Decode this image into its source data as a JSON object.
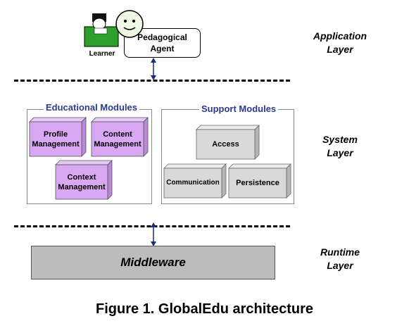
{
  "application_layer": {
    "learner_label": "Learner",
    "agent_label_line1": "Pedagogical",
    "agent_label_line2": "Agent",
    "layer_label_line1": "Application",
    "layer_label_line2": "Layer"
  },
  "system_layer": {
    "layer_label_line1": "System",
    "layer_label_line2": "Layer",
    "educational_modules": {
      "title": "Educational Modules",
      "modules": [
        {
          "line1": "Profile",
          "line2": "Management"
        },
        {
          "line1": "Content",
          "line2": "Management"
        },
        {
          "line1": "Context",
          "line2": "Management"
        }
      ]
    },
    "support_modules": {
      "title": "Support Modules",
      "modules": [
        "Access",
        "Communication",
        "Persistence"
      ]
    }
  },
  "runtime_layer": {
    "layer_label_line1": "Runtime",
    "layer_label_line2": "Layer",
    "middleware_label": "Middleware"
  },
  "caption": "Figure 1. GlobalEdu architecture",
  "colors": {
    "educational_box": "#d9a8f2",
    "support_box": "#d9d9d9",
    "middleware": "#bcbcbc",
    "learner_green": "#2ea02e",
    "title_blue": "#2b3a8f"
  }
}
